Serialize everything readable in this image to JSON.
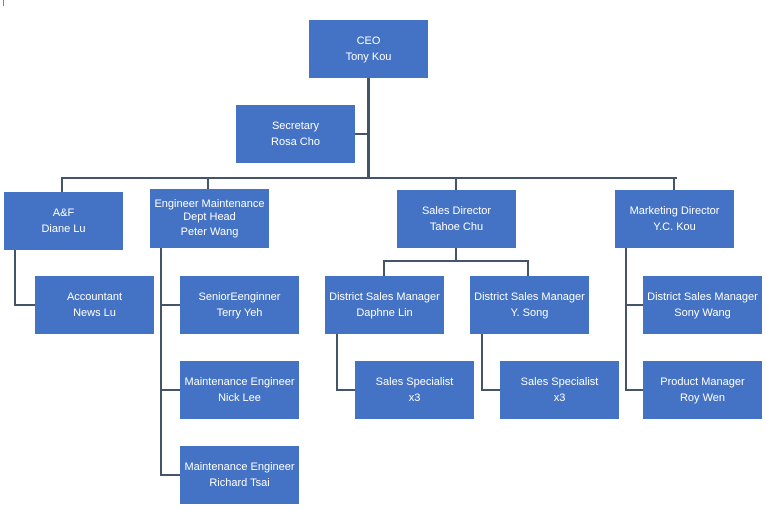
{
  "nodes": {
    "ceo": {
      "title": "CEO",
      "name": "Tony Kou"
    },
    "secretary": {
      "title": "Secretary",
      "name": "Rosa Cho"
    },
    "af": {
      "title": "A&F",
      "name": "Diane Lu"
    },
    "engineer_head": {
      "title_line1": "Engineer Maintenance",
      "title_line2": "Dept Head",
      "name": "Peter Wang"
    },
    "sales_director": {
      "title": "Sales Director",
      "name": "Tahoe Chu"
    },
    "marketing_director": {
      "title": "Marketing Director",
      "name": "Y.C. Kou"
    },
    "accountant": {
      "title": "Accountant",
      "name": "News Lu"
    },
    "senior_engineer": {
      "title": "SeniorEenginner",
      "name": "Terry Yeh"
    },
    "maint_engineer_1": {
      "title": "Maintenance Engineer",
      "name": "Nick Lee"
    },
    "maint_engineer_2": {
      "title": "Maintenance Engineer",
      "name": "Richard Tsai"
    },
    "dsm_1": {
      "title": "District Sales Manager",
      "name": "Daphne Lin"
    },
    "dsm_2": {
      "title": "District Sales Manager",
      "name": "Y. Song"
    },
    "sales_spec_1": {
      "title": "Sales Specialist",
      "name": "x3"
    },
    "sales_spec_2": {
      "title": "Sales Specialist",
      "name": "x3"
    },
    "dsm_3": {
      "title": "District Sales Manager",
      "name": "Sony Wang"
    },
    "product_manager": {
      "title": "Product Manager",
      "name": "Roy Wen"
    }
  },
  "colors": {
    "box_fill": "#4472C4",
    "box_text": "#FFFFFF",
    "connector": "#44546A",
    "background": "#FFFFFF"
  }
}
